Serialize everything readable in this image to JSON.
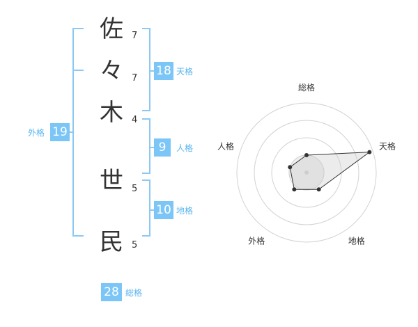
{
  "name_chars": [
    {
      "char": "佐",
      "strokes": "7"
    },
    {
      "char": "々",
      "strokes": "7"
    },
    {
      "char": "木",
      "strokes": "4"
    },
    {
      "char": "世",
      "strokes": "5"
    },
    {
      "char": "民",
      "strokes": "5"
    }
  ],
  "scores": {
    "tenkaku": {
      "value": "18",
      "label": "天格"
    },
    "jinkaku": {
      "value": "9",
      "label": "人格"
    },
    "chikaku": {
      "value": "10",
      "label": "地格"
    },
    "gaikaku": {
      "value": "19",
      "label": "外格"
    },
    "soukaku": {
      "value": "28",
      "label": "総格"
    }
  },
  "colors": {
    "accent": "#7cc6f7",
    "bracket": "#8cc8f2",
    "label": "#5ab4ef",
    "text": "#333333"
  },
  "chart_data": {
    "type": "radar",
    "axes": [
      "総格",
      "天格",
      "地格",
      "外格",
      "人格"
    ],
    "values": [
      0.25,
      0.95,
      0.3,
      0.3,
      0.25
    ],
    "rings": 4,
    "grid": true
  }
}
